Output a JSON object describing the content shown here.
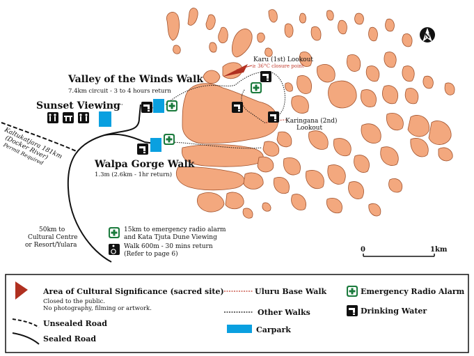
{
  "labels": {
    "valley_title": "Valley of the Winds Walk",
    "valley_sub": "7.4km circuit - 3 to 4 hours return",
    "sunset": "Sunset Viewing",
    "walpa_title": "Walpa Gorge Walk",
    "walpa_sub": "1.3m (2.6km - 1hr return)",
    "karu": "Karu (1st) Lookout",
    "closure": "≥ 36°C closure point",
    "karingana_line1": "Karingana (2nd)",
    "karingana_line2": "Lookout",
    "road_line1": "Kaltukatjara 181km",
    "road_line2": "(Docker River)",
    "road_line3": "Permit Required",
    "cultural_line1": "50km to",
    "cultural_line2": "Cultural Centre",
    "cultural_line3": "or Resort/Yulara",
    "note1_line1": "15km to emergency radio alarm",
    "note1_line2": "and Kata Tjuta Dune Viewing",
    "note2_line1": "Walk 600m - 30 mins return",
    "note2_line2": "(Refer to page 6)",
    "north": "N"
  },
  "scale": {
    "start": "0",
    "end": "1km"
  },
  "legend": {
    "sacred_title": "Area of Cultural Significance (sacred site)",
    "sacred_line1": "Closed to the public.",
    "sacred_line2": "No photography, filming or artwork.",
    "unsealed": "Unsealed Road",
    "sealed": "Sealed Road",
    "uluru_walk": "Uluru Base Walk",
    "other_walks": "Other Walks",
    "carpark": "Carpark",
    "radio": "Emergency Radio Alarm",
    "water": "Drinking Water"
  },
  "colors": {
    "rock": "#f3a87e",
    "rock_stroke": "#a0522d",
    "carpark": "#0aa0e0",
    "emergency": "#1a7a3c",
    "sacred": "#b03020",
    "uluru_walk": "#c0392b"
  },
  "icons": [
    "drinking-water-icon",
    "emergency-radio-icon",
    "wheelchair-icon",
    "toilet-icon",
    "picnic-icon",
    "people-icon",
    "north-arrow-icon",
    "sacred-site-icon"
  ]
}
